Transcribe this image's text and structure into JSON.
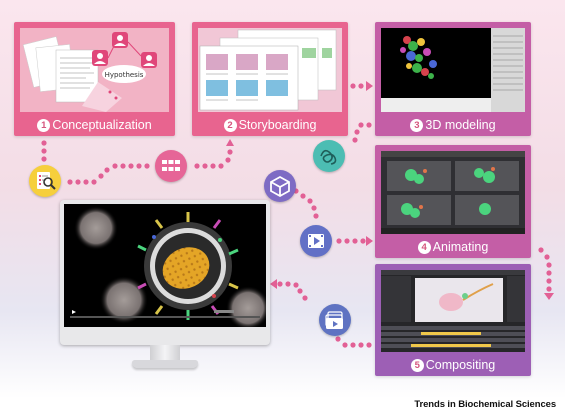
{
  "steps": [
    {
      "number": "1",
      "label": "Conceptualization"
    },
    {
      "number": "2",
      "label": "Storyboarding"
    },
    {
      "number": "3",
      "label": "3D modeling"
    },
    {
      "number": "4",
      "label": "Animating"
    },
    {
      "number": "5",
      "label": "Compositing"
    }
  ],
  "concept_bubble": "Hypothesis",
  "icons": [
    "search-clipboard-icon",
    "storyboard-grid-icon",
    "cube-icon",
    "protein-icon",
    "video-play-icon",
    "video-stack-icon"
  ],
  "colors": {
    "panel_pink": "#e8648f",
    "panel_purple": "#b85aa6",
    "dot_connector": "#e26095",
    "monitor_screen": "#000000",
    "icon_node_yellow": "#f6cf3c",
    "icon_node_pink": "#e66597",
    "icon_node_teal": "#4cbdb3",
    "icon_node_purple": "#7e6bc4"
  },
  "footer": {
    "journal": "Trends in Biochemical Sciences"
  }
}
